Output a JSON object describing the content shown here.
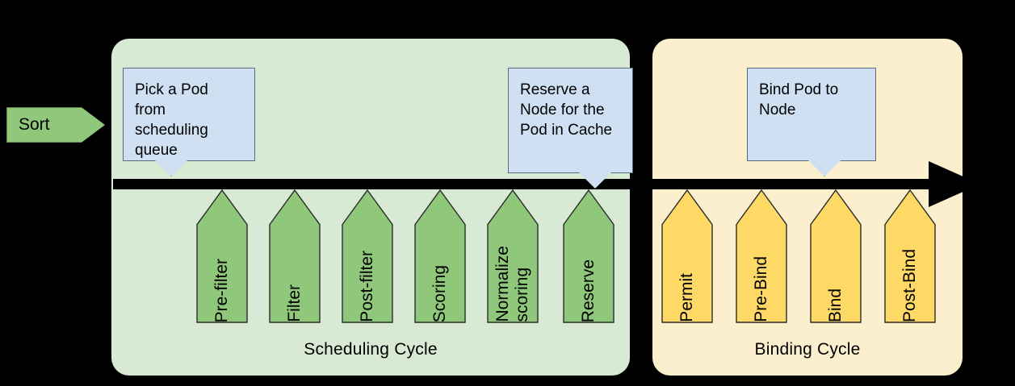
{
  "background_color": "#000000",
  "sort": {
    "label": "Sort",
    "fill": "#8FC87A"
  },
  "main_arrow": {
    "name": "scheduler-flow-arrow",
    "color": "#000000",
    "direction": "right"
  },
  "panels": [
    {
      "id": "scheduling",
      "title": "Scheduling Cycle",
      "fill": "#D8EAD3",
      "plugin_fill": "#8FC87A"
    },
    {
      "id": "binding",
      "title": "Binding Cycle",
      "fill": "#FCEFCD",
      "plugin_fill": "#FFD966"
    }
  ],
  "callouts": [
    {
      "id": "pick",
      "text": "Pick a Pod from scheduling queue",
      "fill": "#CFE0F3"
    },
    {
      "id": "reserve",
      "text": "Reserve a Node for the Pod in Cache",
      "fill": "#CFE0F3"
    },
    {
      "id": "bind",
      "text": "Bind Pod to Node",
      "fill": "#CFE0F3"
    }
  ],
  "scheduling_plugins": [
    {
      "label": "Pre-filter"
    },
    {
      "label": "Filter"
    },
    {
      "label": "Post-filter"
    },
    {
      "label": "Scoring"
    },
    {
      "label": "Normalize\nscoring"
    },
    {
      "label": "Reserve"
    }
  ],
  "binding_plugins": [
    {
      "label": "Permit"
    },
    {
      "label": "Pre-Bind"
    },
    {
      "label": "Bind"
    },
    {
      "label": "Post-Bind"
    }
  ]
}
